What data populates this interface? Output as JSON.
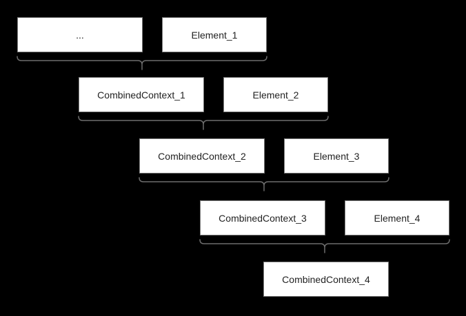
{
  "boxes": {
    "ellipsis": "...",
    "element_1": "Element_1",
    "combined_context_1": "CombinedContext_1",
    "element_2": "Element_2",
    "combined_context_2": "CombinedContext_2",
    "element_3": "Element_3",
    "combined_context_3": "CombinedContext_3",
    "element_4": "Element_4",
    "combined_context_4": "CombinedContext_4"
  },
  "colors": {
    "background": "#000000",
    "box_fill": "#ffffff",
    "box_border": "#7a7a7a",
    "brace": "#6e6e6e",
    "text": "#222222"
  }
}
